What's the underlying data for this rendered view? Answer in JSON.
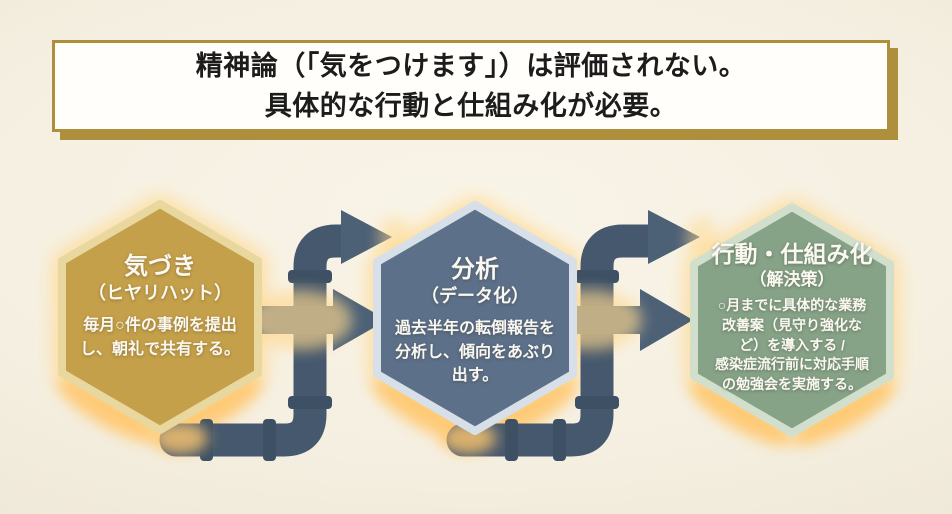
{
  "title": {
    "line1": "精神論（「気をつけます」）は評価されない。",
    "line2": "具体的な行動と仕組み化が必要。"
  },
  "steps": [
    {
      "heading": "気づき",
      "subheading": "（ヒヤリハット）",
      "body": "毎月○件の事例を提出\nし、朝礼で共有する。",
      "fill": "#c5a04a",
      "rim": "#e9d7a0"
    },
    {
      "heading": "分析",
      "subheading": "（データ化）",
      "body": "過去半年の転倒報告を\n分析し、傾向をあぶり\n出す。",
      "fill": "#5d7089",
      "rim": "#d7dfe8"
    },
    {
      "heading": "行動・仕組み化",
      "subheading": "（解決策）",
      "body": "○月までに具体的な業務\n改善案（見守り強化な\nど）を導入する /\n感染症流行前に対応手順\nの勉強会を実施する。",
      "fill": "#86a287",
      "rim": "#d3dfcd"
    }
  ],
  "colors": {
    "pipe": "#45586d",
    "arrow": "#4c6076",
    "coupling": "#3d5064",
    "halo": "#ffd98f",
    "accent_glow": "#ffc870",
    "gold_frame": "#ad8f3c"
  }
}
